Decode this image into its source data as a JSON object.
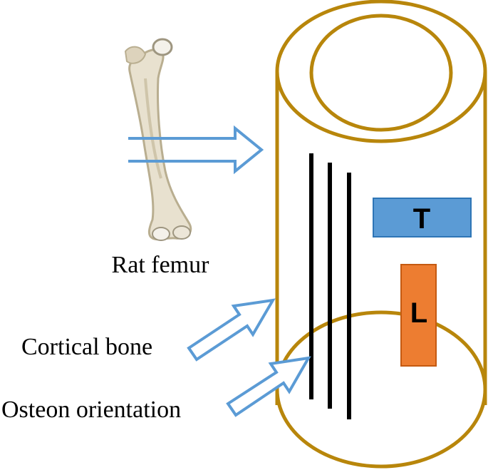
{
  "labels": {
    "rat_femur": "Rat femur",
    "cortical_bone": "Cortical bone",
    "osteon_orientation": "Osteon orientation",
    "transverse_box": "T",
    "longitudinal_box": "L"
  },
  "colors": {
    "cylinder_outline": "#B8860B",
    "arrow_outline": "#5B9BD5",
    "transverse_fill": "#5B9BD5",
    "transverse_stroke": "#2E75B6",
    "longitudinal_fill": "#ED7D31",
    "longitudinal_stroke": "#C55A11",
    "osteon_lines": "#000000",
    "bone_fill": "#E8E1CF",
    "bone_shadow": "#B9AE90"
  },
  "icons": {
    "femur": "rat-femur-bone-icon",
    "arrow": "hollow-arrow-icon"
  }
}
